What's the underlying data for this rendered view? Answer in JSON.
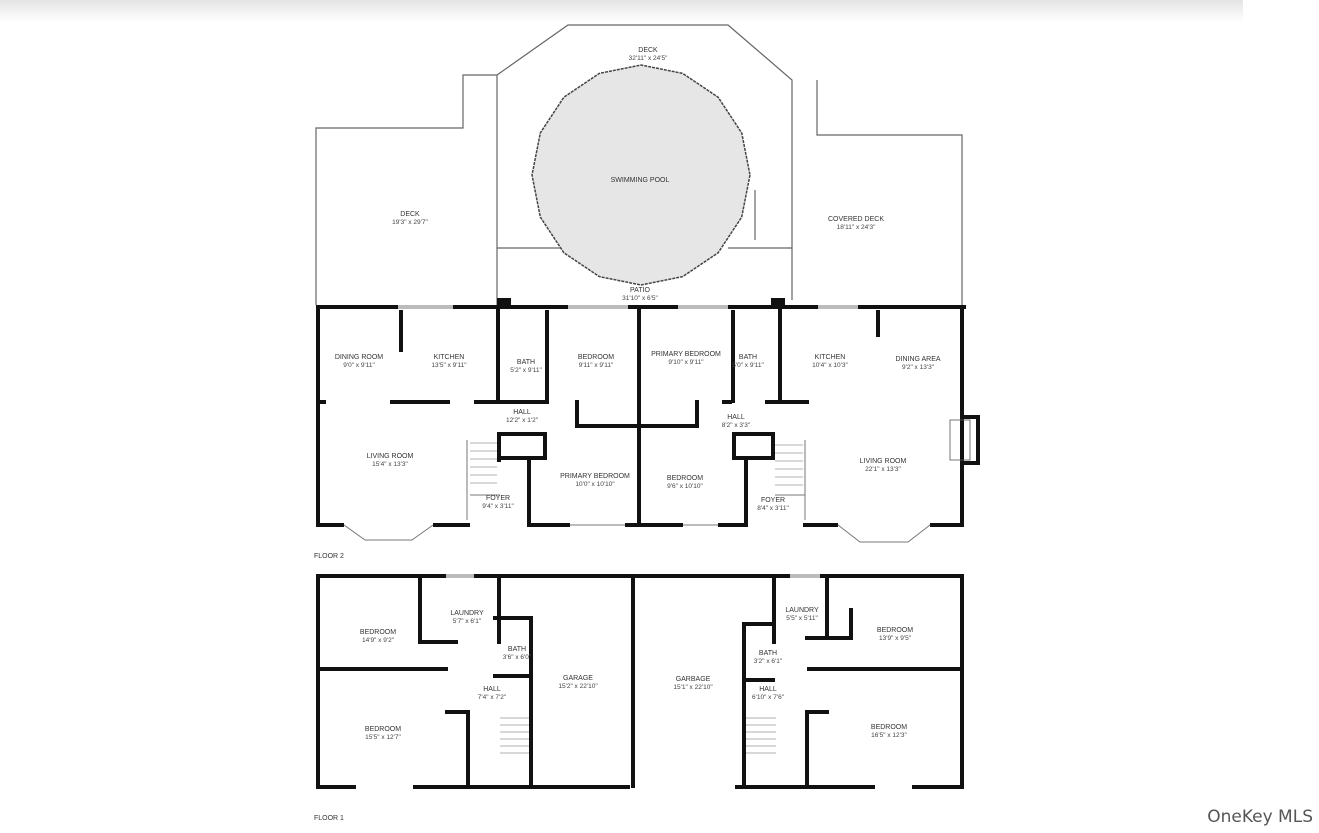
{
  "watermark": "OneKey MLS",
  "floor2": {
    "label": "FLOOR 2",
    "rooms": [
      {
        "name": "DECK",
        "dims": "32'11\" x 24'5\""
      },
      {
        "name": "SWIMMING POOL",
        "dims": ""
      },
      {
        "name": "DECK",
        "dims": "19'3\" x 29'7\""
      },
      {
        "name": "COVERED DECK",
        "dims": "18'11\" x 24'3\""
      },
      {
        "name": "PATIO",
        "dims": "31'10\" x 6'5\""
      },
      {
        "name": "DINING ROOM",
        "dims": "9'0\" x 9'11\""
      },
      {
        "name": "KITCHEN",
        "dims": "13'5\" x 9'11\""
      },
      {
        "name": "BATH",
        "dims": "5'2\" x 9'11\""
      },
      {
        "name": "BEDROOM",
        "dims": "9'11\" x 9'11\""
      },
      {
        "name": "PRIMARY BEDROOM",
        "dims": "9'10\" x 9'11\""
      },
      {
        "name": "BATH",
        "dims": "5'0\" x 9'11\""
      },
      {
        "name": "KITCHEN",
        "dims": "10'4\" x 10'3\""
      },
      {
        "name": "DINING AREA",
        "dims": "9'2\" x 13'3\""
      },
      {
        "name": "HALL",
        "dims": "12'2\" x 1'2\""
      },
      {
        "name": "HALL",
        "dims": "8'2\" x 3'3\""
      },
      {
        "name": "LIVING ROOM",
        "dims": "15'4\" x 13'3\""
      },
      {
        "name": "PRIMARY BEDROOM",
        "dims": "10'0\" x 10'10\""
      },
      {
        "name": "BEDROOM",
        "dims": "9'6\" x 10'10\""
      },
      {
        "name": "LIVING ROOM",
        "dims": "22'1\" x 13'3\""
      },
      {
        "name": "FOYER",
        "dims": "9'4\" x 3'11\""
      },
      {
        "name": "FOYER",
        "dims": "8'4\" x 3'11\""
      }
    ]
  },
  "floor1": {
    "label": "FLOOR 1",
    "rooms": [
      {
        "name": "BEDROOM",
        "dims": "14'9\" x 9'2\""
      },
      {
        "name": "LAUNDRY",
        "dims": "5'7\" x 6'1\""
      },
      {
        "name": "BATH",
        "dims": "3'6\" x 6'0\""
      },
      {
        "name": "HALL",
        "dims": "7'4\" x 7'2\""
      },
      {
        "name": "BEDROOM",
        "dims": "15'5\" x 12'7\""
      },
      {
        "name": "GARAGE",
        "dims": "15'2\" x 22'10\""
      },
      {
        "name": "GARBAGE",
        "dims": "15'1\" x 22'10\""
      },
      {
        "name": "LAUNDRY",
        "dims": "5'5\" x 5'11\""
      },
      {
        "name": "BATH",
        "dims": "3'2\" x 6'1\""
      },
      {
        "name": "HALL",
        "dims": "6'10\" x 7'6\""
      },
      {
        "name": "BEDROOM",
        "dims": "13'9\" x 9'5\""
      },
      {
        "name": "BEDROOM",
        "dims": "16'5\" x 12'3\""
      }
    ]
  }
}
